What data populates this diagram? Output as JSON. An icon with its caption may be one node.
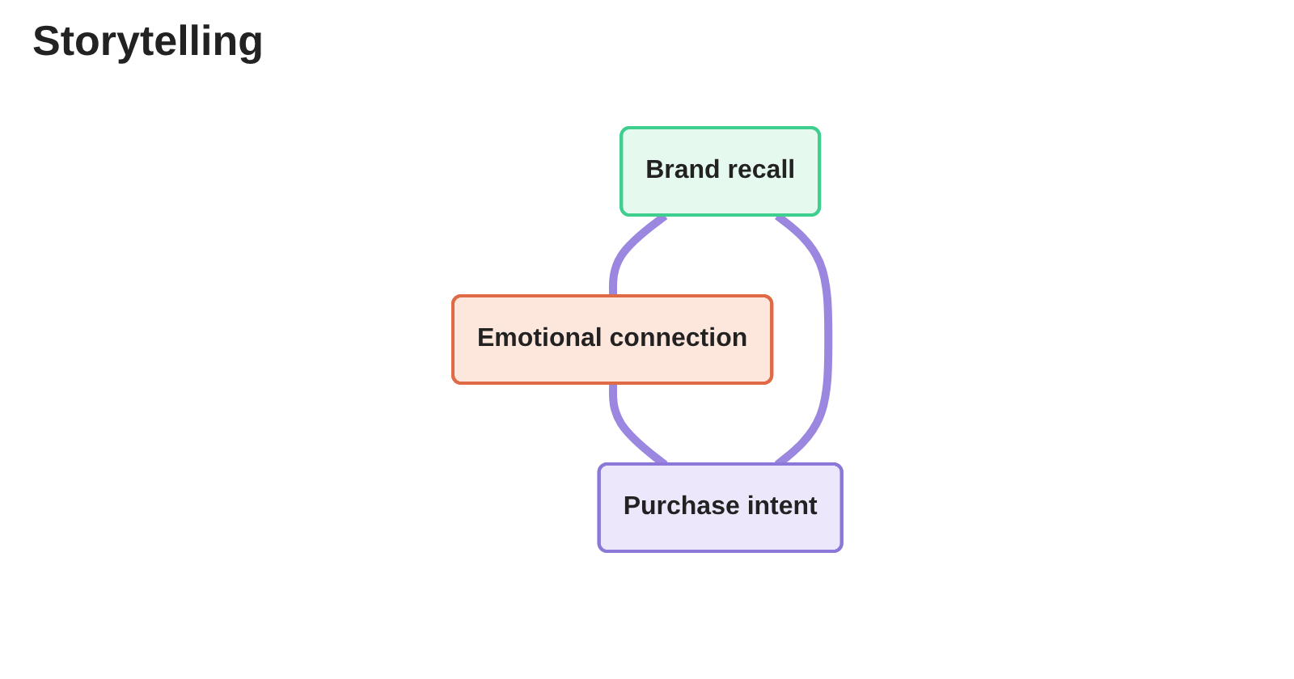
{
  "diagram": {
    "nodes": [
      {
        "text": [
          "Brand recall"
        ]
      },
      {
        "text": [
          "Emotional connection"
        ]
      },
      {
        "text": [
          "Purchase intent"
        ]
      }
    ],
    "edges": [
      {
        "from": 0,
        "to": 1,
        "arrow": "none"
      },
      {
        "from": 1,
        "to": 2,
        "arrow": "none"
      },
      {
        "from": 2,
        "to": 0,
        "arrow": "none"
      }
    ],
    "labels": [
      "Storytelling"
    ]
  }
}
